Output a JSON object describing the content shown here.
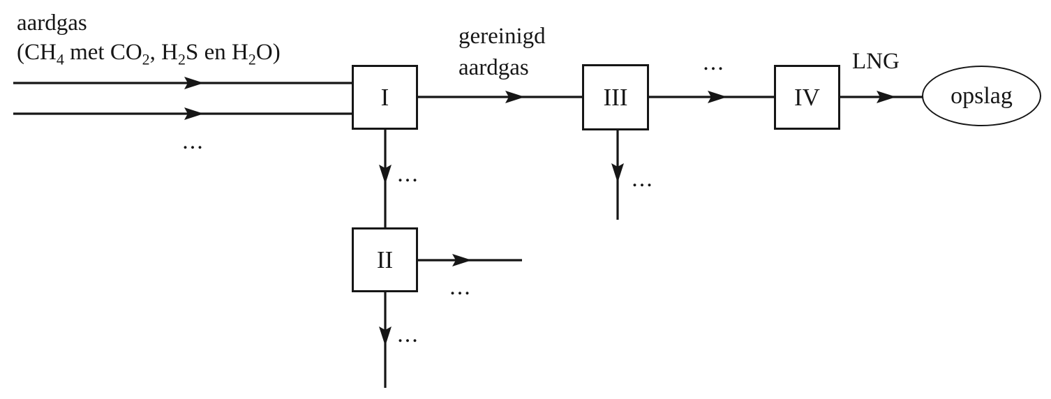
{
  "diagram": {
    "labels": {
      "feed_line1": "aardgas",
      "formula": {
        "open": "(CH",
        "sub1": "4",
        "seg1": " met CO",
        "sub2": "2",
        "seg2": ", H",
        "sub3": "2",
        "seg3": "S en H",
        "sub4": "2",
        "close": "O)"
      },
      "purified_line1": "gereinigd",
      "purified_line2": "aardgas",
      "lng": "LNG",
      "storage": "opslag",
      "ellipsis": "..."
    },
    "boxes": [
      {
        "label": "I"
      },
      {
        "label": "II"
      },
      {
        "label": "III"
      },
      {
        "label": "IV"
      }
    ],
    "colors": {
      "ink": "#161616",
      "background": "#ffffff"
    }
  }
}
